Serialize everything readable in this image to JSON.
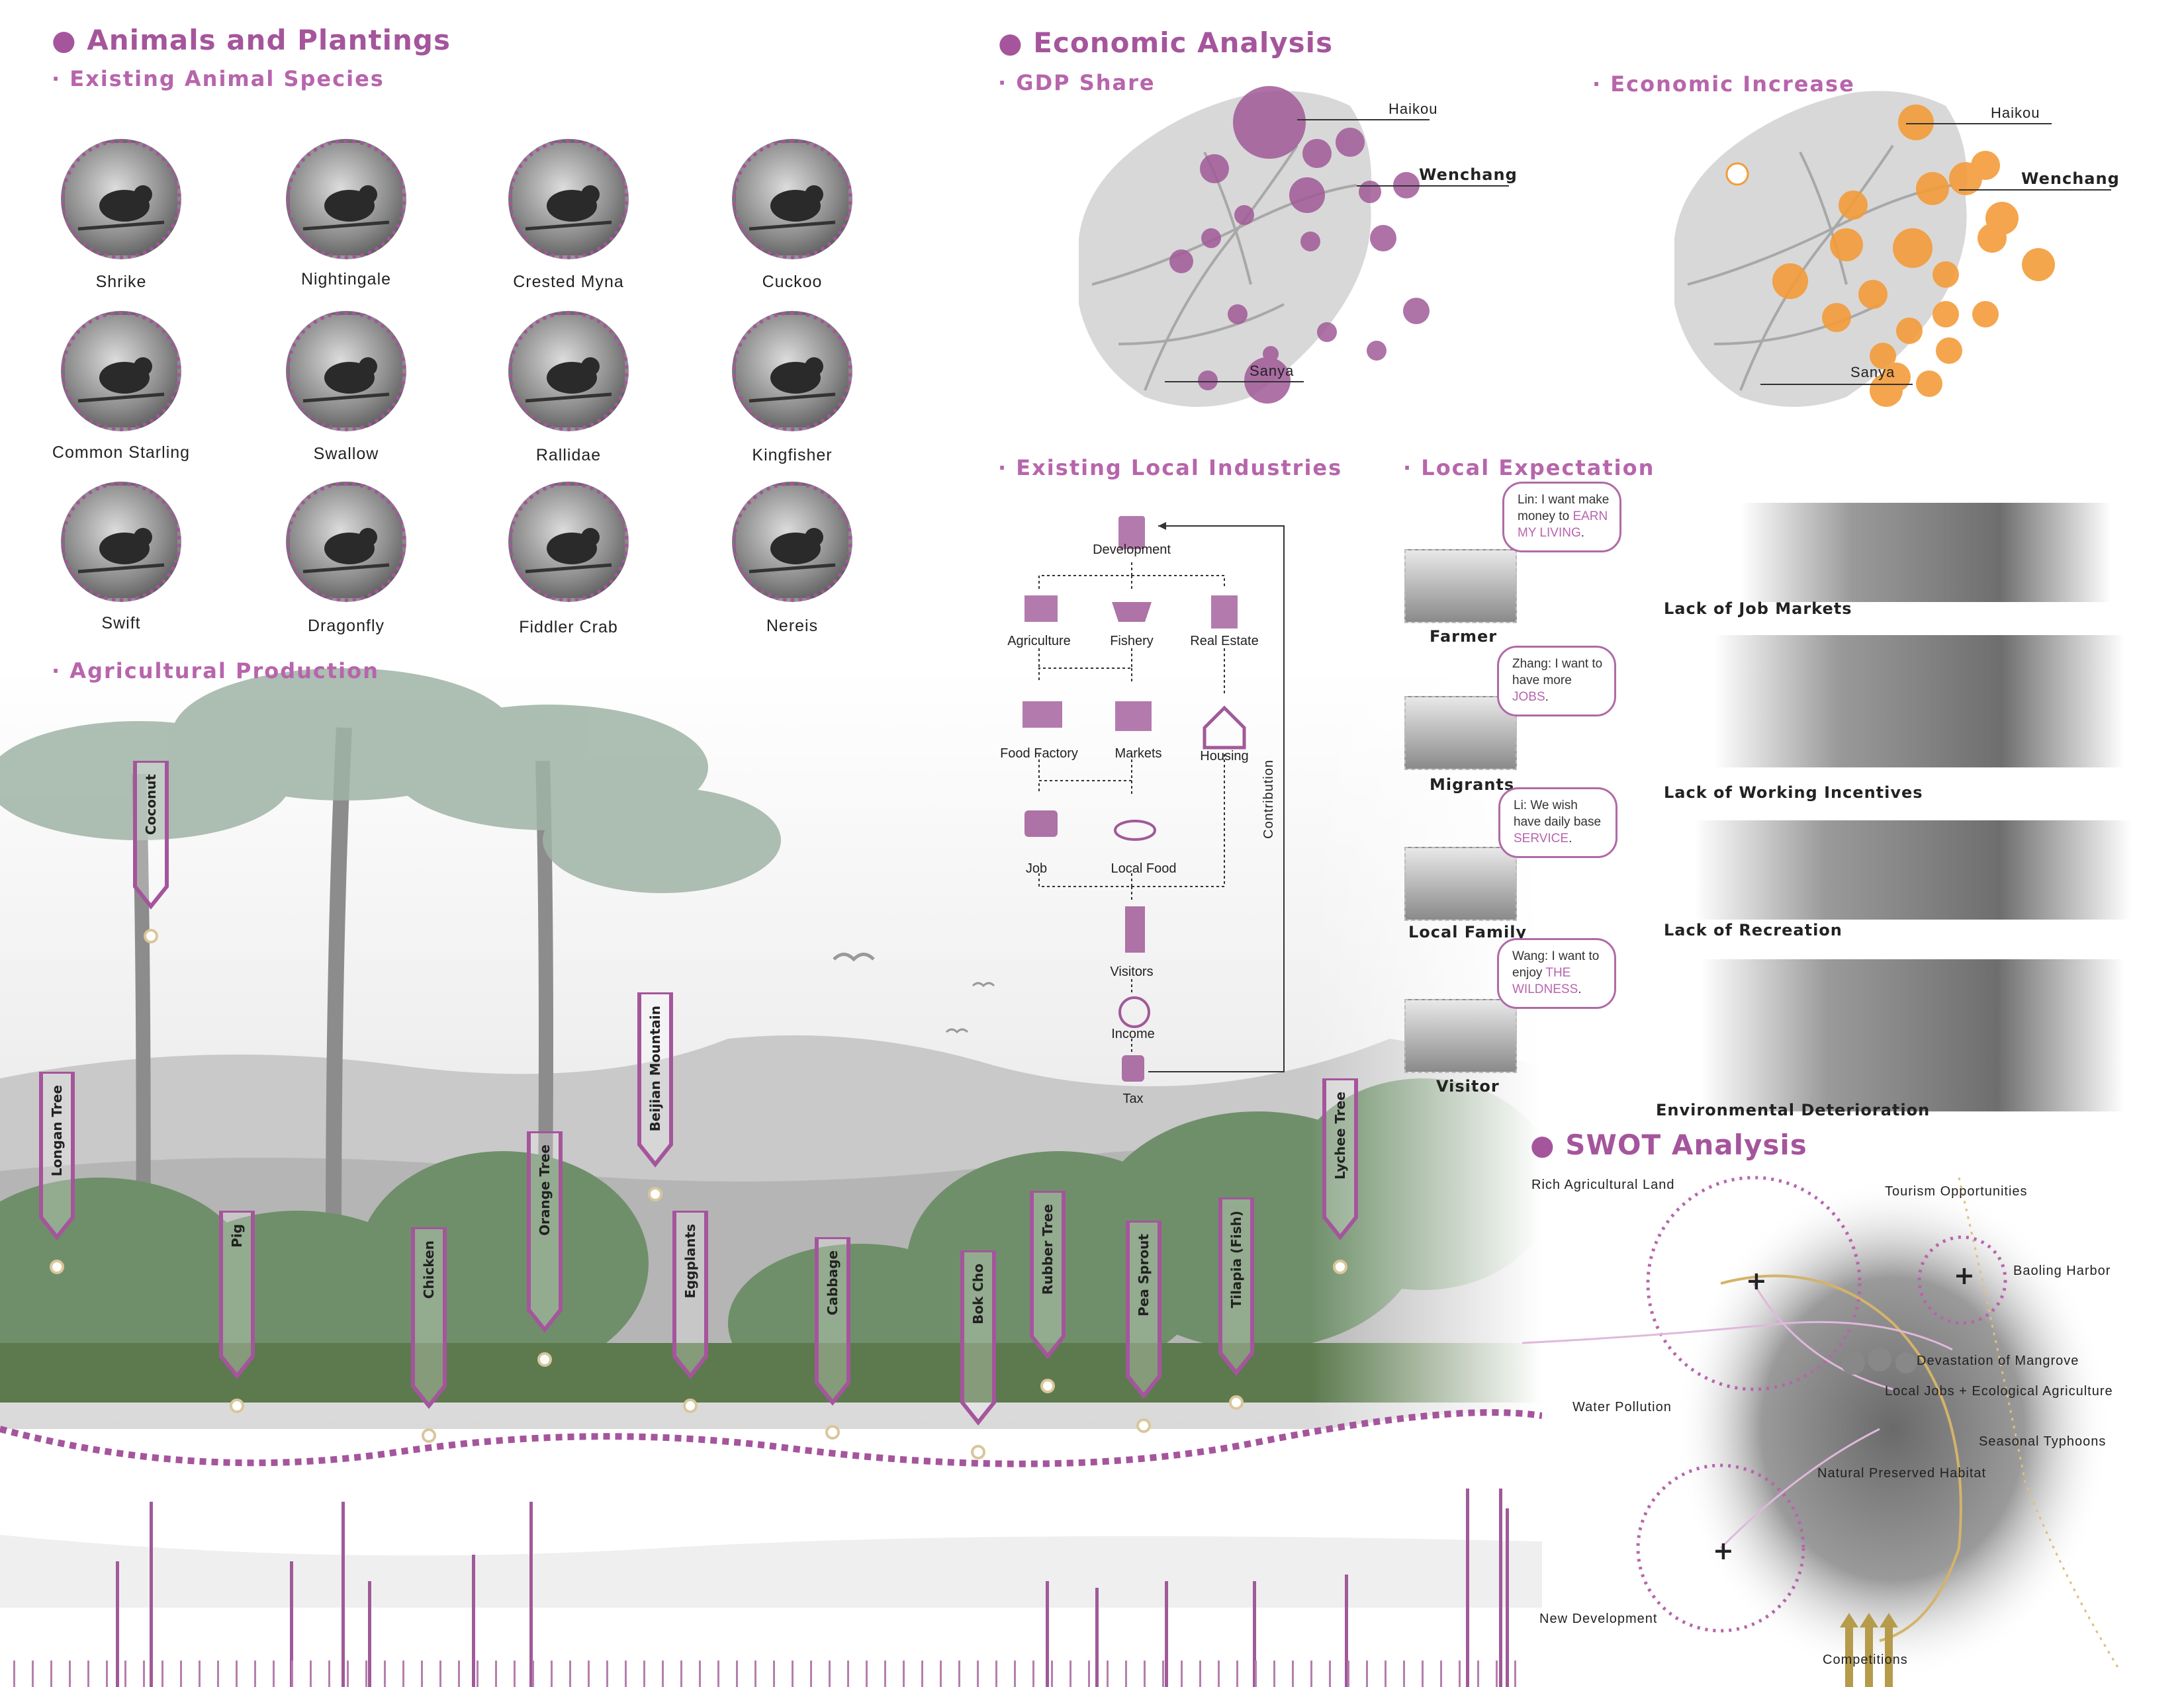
{
  "animals": {
    "title": "Animals and Plantings",
    "subtitle": "Existing Animal Species",
    "species": [
      "Shrike",
      "Nightingale",
      "Crested Myna",
      "Cuckoo",
      "Common Starling",
      "Swallow",
      "Rallidae",
      "Kingfisher",
      "Swift",
      "Dragonfly",
      "Fiddler Crab",
      "Nereis"
    ]
  },
  "agri": {
    "title": "Agricultural Production",
    "tags": [
      "Coconut",
      "Longan Tree",
      "Pig",
      "Chicken",
      "Orange Tree",
      "Beijian Mountain",
      "Eggplants",
      "Cabbage",
      "Bok Cho",
      "Rubber Tree",
      "Pea Sprout",
      "Tilapia (Fish)",
      "Lychee Tree"
    ]
  },
  "economic": {
    "title": "Economic Analysis",
    "gdp_title": "GDP Share",
    "increase_title": "Economic Increase",
    "cities": [
      "Haikou",
      "Wenchang",
      "Sanya"
    ]
  },
  "industries": {
    "title": "Existing Local Industries",
    "nodes": [
      "Development",
      "Agriculture",
      "Fishery",
      "Real Estate",
      "Food Factory",
      "Markets",
      "Housing",
      "Job",
      "Local Food",
      "Visitors",
      "Income",
      "Tax"
    ],
    "side_label": "Contribution"
  },
  "expectation": {
    "title": "Local Expectation",
    "people": [
      {
        "name": "Farmer",
        "pre": "Lin: I want make money to ",
        "hl": "EARN MY LIVING",
        "post": "."
      },
      {
        "name": "Migrants",
        "pre": "Zhang: I want to have more ",
        "hl": "JOBS",
        "post": "."
      },
      {
        "name": "Local Family",
        "pre": "Li: We wish have daily base ",
        "hl": "SERVICE",
        "post": "."
      },
      {
        "name": "Visitor",
        "pre": "Wang: I want to enjoy ",
        "hl": "THE WILDNESS",
        "post": "."
      }
    ],
    "issues": [
      "Lack of Job Markets",
      "Lack of Working Incentives",
      "Lack of Recreation",
      "Environmental Deterioration"
    ]
  },
  "swot": {
    "title": "SWOT Analysis",
    "labels": [
      "Rich Agricultural Land",
      "Tourism Opportunities",
      "Baoling Harbor",
      "Devastation of Mangrove",
      "Local Jobs + Ecological Agriculture",
      "Water Pollution",
      "Seasonal Typhoons",
      "Natural Preserved Habitat",
      "New Development",
      "Competitions"
    ],
    "plus": "+"
  },
  "colors": {
    "accent": "#a5559c",
    "orange": "#f39c3a",
    "purple_fill": "#a05a98"
  }
}
